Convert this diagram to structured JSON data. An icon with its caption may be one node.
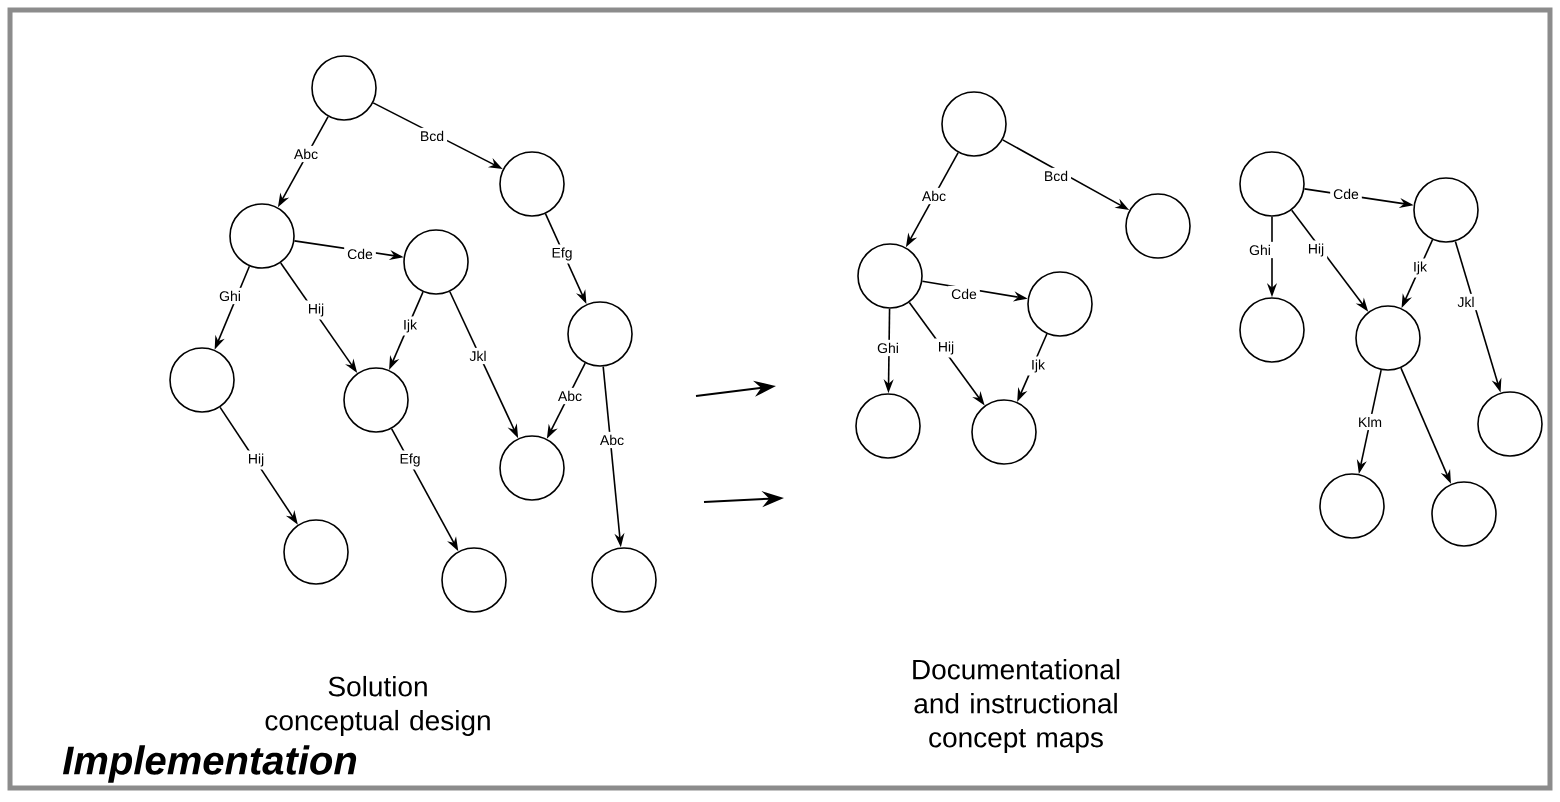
{
  "diagram": {
    "nodes": [
      {
        "text": [],
        "shape": "circle"
      },
      {
        "text": [],
        "shape": "circle"
      },
      {
        "text": [],
        "shape": "circle"
      },
      {
        "text": [],
        "shape": "circle"
      },
      {
        "text": [],
        "shape": "circle"
      },
      {
        "text": [],
        "shape": "circle"
      },
      {
        "text": [],
        "shape": "circle"
      },
      {
        "text": [],
        "shape": "circle"
      },
      {
        "text": [],
        "shape": "circle"
      },
      {
        "text": [],
        "shape": "circle"
      },
      {
        "text": [],
        "shape": "circle"
      },
      {
        "text": [],
        "shape": "circle"
      },
      {
        "text": [],
        "shape": "circle"
      },
      {
        "text": [],
        "shape": "circle"
      },
      {
        "text": [],
        "shape": "circle"
      },
      {
        "text": [],
        "shape": "circle"
      },
      {
        "text": [],
        "shape": "circle"
      },
      {
        "text": [],
        "shape": "circle"
      },
      {
        "text": [],
        "shape": "circle"
      },
      {
        "text": [],
        "shape": "circle"
      },
      {
        "text": [],
        "shape": "circle"
      },
      {
        "text": [],
        "shape": "circle"
      },
      {
        "text": [],
        "shape": "circle"
      },
      {
        "text": [],
        "shape": "circle"
      }
    ],
    "edges": [
      {
        "from": 0,
        "to": 2,
        "arrow": "to",
        "label": "Abc"
      },
      {
        "from": 0,
        "to": 1,
        "arrow": "to",
        "label": "Bcd"
      },
      {
        "from": 2,
        "to": 3,
        "arrow": "to",
        "label": "Cde"
      },
      {
        "from": 1,
        "to": 4,
        "arrow": "to",
        "label": "Efg"
      },
      {
        "from": 2,
        "to": 5,
        "arrow": "to",
        "label": "Ghi"
      },
      {
        "from": 2,
        "to": 6,
        "arrow": "to",
        "label": "Hij"
      },
      {
        "from": 3,
        "to": 6,
        "arrow": "to",
        "label": "Ijk"
      },
      {
        "from": 3,
        "to": 7,
        "arrow": "to",
        "label": "Jkl"
      },
      {
        "from": 4,
        "to": 7,
        "arrow": "to",
        "label": "Abc"
      },
      {
        "from": 4,
        "to": 10,
        "arrow": "to",
        "label": "Abc"
      },
      {
        "from": 5,
        "to": 8,
        "arrow": "to",
        "label": "Hij"
      },
      {
        "from": 6,
        "to": 9,
        "arrow": "to",
        "label": "Efg"
      },
      {
        "from": 11,
        "to": 13,
        "arrow": "to",
        "label": "Abc"
      },
      {
        "from": 11,
        "to": 12,
        "arrow": "to",
        "label": "Bcd"
      },
      {
        "from": 13,
        "to": 14,
        "arrow": "to",
        "label": "Cde"
      },
      {
        "from": 13,
        "to": 15,
        "arrow": "to",
        "label": "Ghi"
      },
      {
        "from": 13,
        "to": 16,
        "arrow": "to",
        "label": "Hij"
      },
      {
        "from": 14,
        "to": 16,
        "arrow": "to",
        "label": "Ijk"
      },
      {
        "from": 17,
        "to": 18,
        "arrow": "to",
        "label": "Cde"
      },
      {
        "from": 17,
        "to": 19,
        "arrow": "to",
        "label": "Ghi"
      },
      {
        "from": 17,
        "to": 20,
        "arrow": "to",
        "label": "Hij"
      },
      {
        "from": 18,
        "to": 20,
        "arrow": "to",
        "label": "Ijk"
      },
      {
        "from": 18,
        "to": 21,
        "arrow": "to",
        "label": "Jkl"
      },
      {
        "from": 20,
        "to": 22,
        "arrow": "to",
        "label": "Klm"
      },
      {
        "from": 20,
        "to": 23,
        "arrow": "to"
      }
    ],
    "labels": [
      "Solution conceptual design",
      "Documentational and instructional concept maps",
      "Implementation"
    ]
  }
}
